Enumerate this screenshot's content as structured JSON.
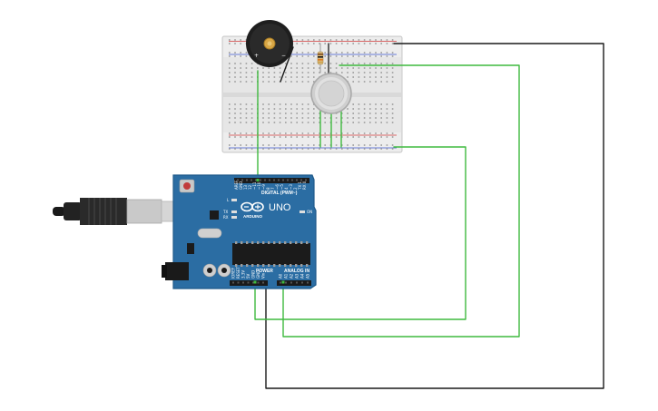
{
  "board": {
    "brand": "ARDUINO",
    "model": "UNO",
    "header_digital": "DIGITAL (PWM~)",
    "header_power": "POWER",
    "header_analog": "ANALOG IN",
    "on_label": "ON",
    "tx_label": "TX",
    "rx_label": "RX",
    "l_label": "L",
    "digital_pins": [
      "AREF",
      "GND",
      "13",
      "12",
      "~11",
      "~10",
      "~9",
      "8",
      "7",
      "~6",
      "~5",
      "4",
      "~3",
      "2",
      "TX 1",
      "RX 0"
    ],
    "power_pins": [
      "IOREF",
      "RESET",
      "3.3V",
      "5V",
      "GND",
      "GND",
      "Vin"
    ],
    "analog_pins": [
      "A0",
      "A1",
      "A2",
      "A3",
      "A4",
      "A5"
    ]
  },
  "colors": {
    "board": "#2b6da3",
    "board_edge": "#1f5a8a",
    "wire_green": "#3fba3f",
    "wire_black": "#1a1a1a",
    "breadboard": "#eaeaea",
    "rail_red": "#d03a3a",
    "rail_blue": "#3a55d0"
  },
  "icons": [
    "usb-cable-icon",
    "piezo-buzzer-icon",
    "gas-sensor-icon",
    "resistor-icon",
    "reset-button-icon",
    "power-jack-icon",
    "microcontroller-chip-icon"
  ]
}
